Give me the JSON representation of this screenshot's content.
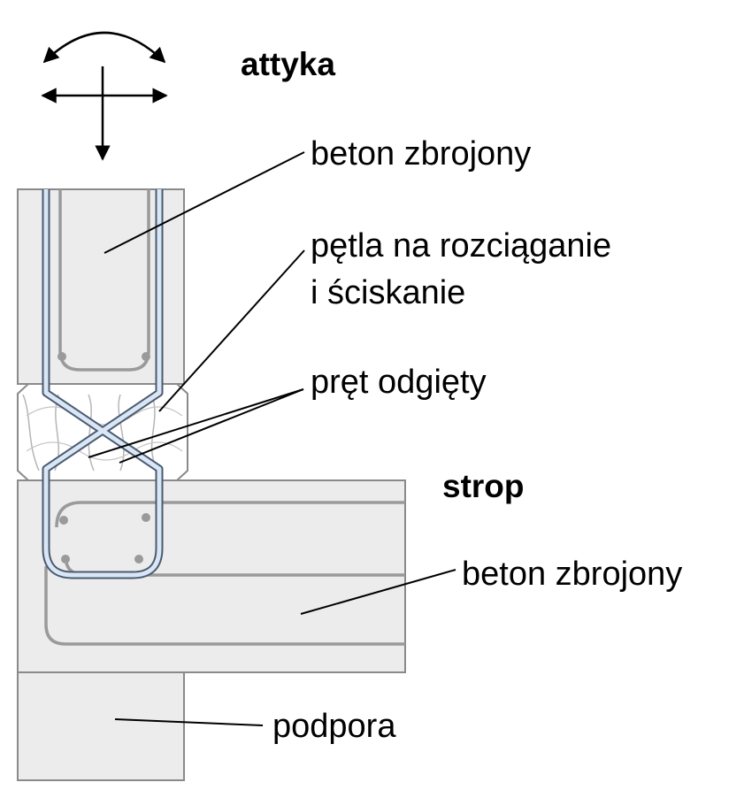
{
  "labels": {
    "attic": "attyka",
    "attic_concrete": "beton zbrojony",
    "loop_line1": "pętla na rozciąganie",
    "loop_line2": "i ściskanie",
    "bent_bar": "pręt odgięty",
    "slab": "strop",
    "slab_concrete": "beton zbrojony",
    "support": "podpora"
  },
  "icons": {
    "movement": "move-rotate-arrows-icon"
  },
  "colors": {
    "concrete": "#ececec",
    "outline": "#8a8a8a",
    "rebar": "#9a9a9a",
    "loop_fill": "#d9e6f5",
    "loop_edge": "#4a5a70",
    "insulation": "#ffffff",
    "text": "#000000"
  }
}
